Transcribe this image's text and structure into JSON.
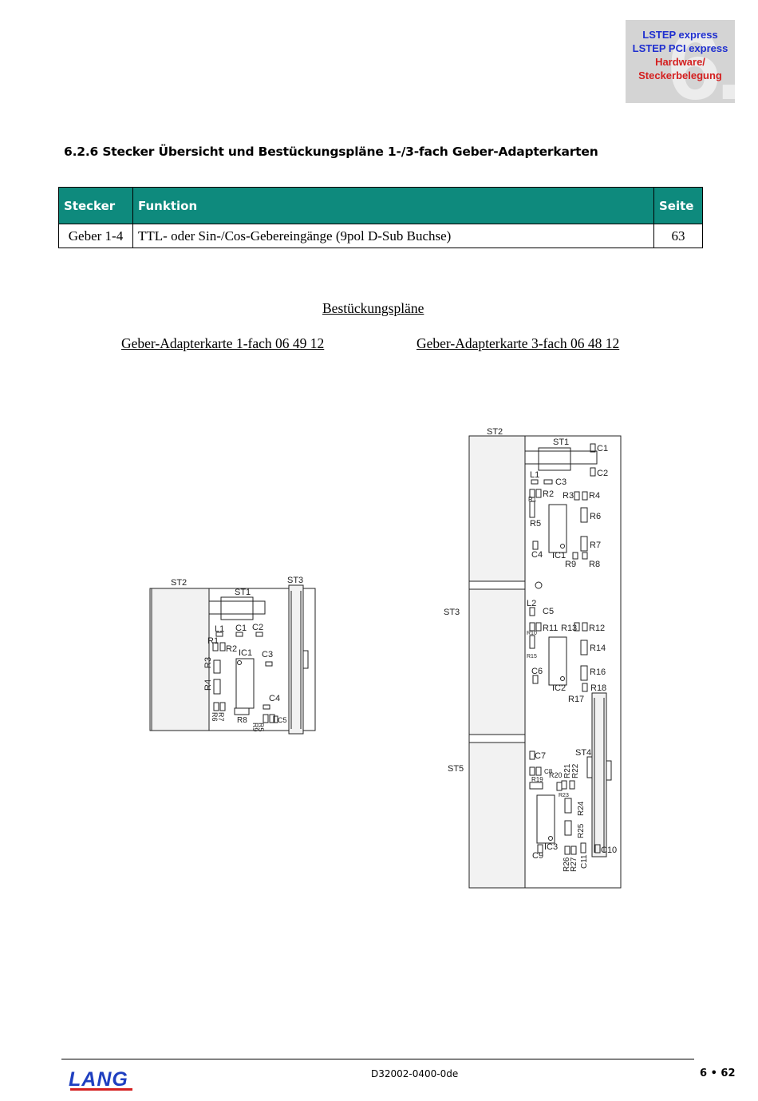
{
  "header": {
    "badge_lines": [
      "LSTEP express",
      "LSTEP PCI express",
      "Hardware/",
      "Steckerbelegung"
    ],
    "badge_number": "6."
  },
  "section": {
    "title": "6.2.6  Stecker Übersicht und Bestückungspläne 1-/3-fach Geber-Adapterkarten"
  },
  "table": {
    "headers": [
      "Stecker",
      "Funktion",
      "Seite"
    ],
    "rows": [
      [
        "Geber 1-4",
        "TTL- oder Sin-/Cos-Gebereingänge (9pol D-Sub Buchse)",
        "63"
      ]
    ]
  },
  "plans": {
    "title": "Bestückungspläne",
    "left_caption": "Geber-Adapterkarte 1-fach  06 49 12",
    "right_caption": "Geber-Adapterkarte 3-fach 06 48 12"
  },
  "board1_labels": {
    "st2": "ST2",
    "st1": "ST1",
    "st3": "ST3",
    "l1": "L1",
    "c1": "C1",
    "c2": "C2",
    "r1": "R1",
    "r2": "R2",
    "ic1": "IC1",
    "c3": "C3",
    "r3": "R3",
    "r4": "R4",
    "c4": "C4",
    "r6": "R6",
    "r7": "R7",
    "r8": "R8",
    "r5": "R5",
    "r9": "R9",
    "c5": "C5"
  },
  "board3_labels": {
    "st2": "ST2",
    "st1": "ST1",
    "c1": "C1",
    "c2": "C2",
    "l1": "L1",
    "c3": "C3",
    "r1": "R1",
    "r2": "R2",
    "r3": "R3",
    "r4": "R4",
    "r5": "R5",
    "r6": "R6",
    "r7": "R7",
    "c4": "C4",
    "ic1": "IC1",
    "r9": "R9",
    "r8": "R8",
    "st3": "ST3",
    "l2": "L2",
    "c5": "C5",
    "r10": "R10",
    "r11": "R11",
    "r13": "R13",
    "r12": "R12",
    "r15": "R15",
    "r14": "R14",
    "c6": "C6",
    "r16": "R16",
    "ic2": "IC2",
    "r18": "R18",
    "r17": "R17",
    "st5": "ST5",
    "c7": "C7",
    "st4": "ST4",
    "c8": "C8",
    "r19": "R19",
    "r20": "R20",
    "r21": "R21",
    "r22": "R22",
    "r23": "R23",
    "r24": "R24",
    "r25": "R25",
    "ic3": "IC3",
    "c9": "C9",
    "r26": "R26",
    "r27": "R27",
    "c11": "C11",
    "c10": "C10"
  },
  "footer": {
    "logo": "LANG",
    "doc_id": "D32002-0400-0de",
    "page": "6 • 62"
  },
  "colors": {
    "table_header": "#0e8a7d",
    "badge_blue": "#1f2fcf",
    "badge_red": "#d42020",
    "logo_blue": "#1f3fc0"
  }
}
